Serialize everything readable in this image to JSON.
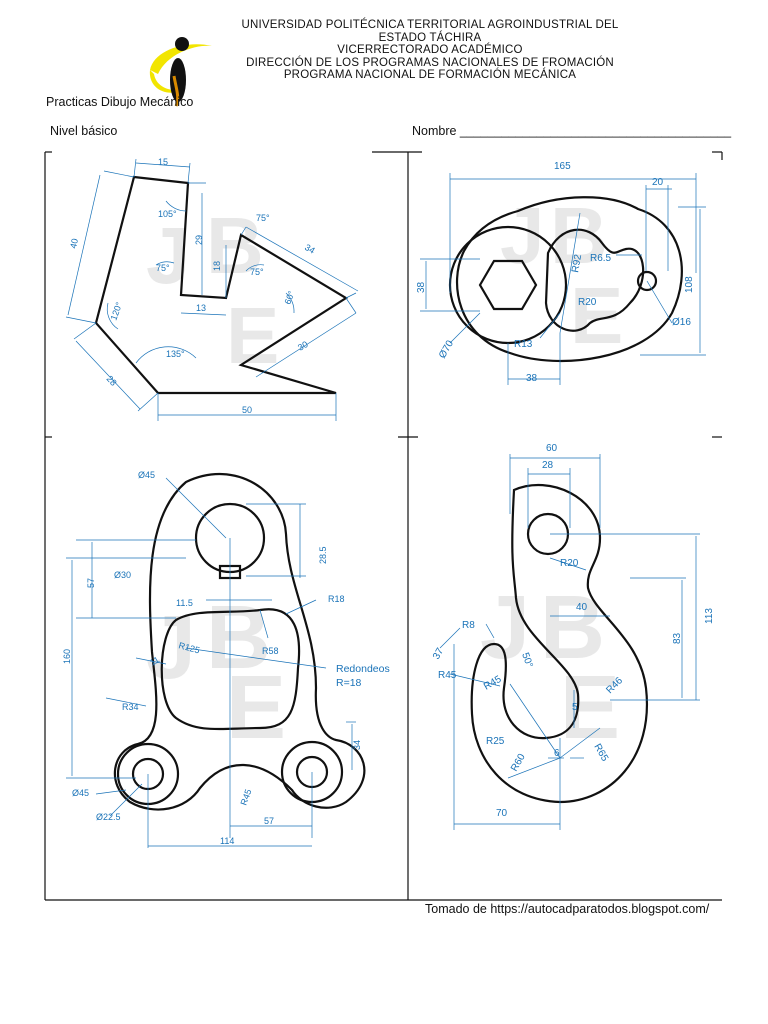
{
  "header": {
    "lines": [
      "UNIVERSIDAD POLITÉCNICA TERRITORIAL AGROINDUSTRIAL DEL",
      "ESTADO TÁCHIRA",
      "VICERRECTORADO ACADÉMICO",
      "DIRECCIÓN DE LOS PROGRAMAS NACIONALES DE FROMACIÓN",
      "PROGRAMA NACIONAL DE FORMACIÓN MECÁNICA"
    ],
    "subject": "Practicas Dibujo Mecánico",
    "level": "Nivel básico",
    "name_label": "Nombre _______________________________________"
  },
  "colors": {
    "dimension": "#1a73b8",
    "outline": "#111111",
    "logo_yellow": "#f2e500",
    "logo_black": "#111111"
  },
  "drawings": {
    "top_left": {
      "dims": [
        "15",
        "105°",
        "40",
        "29",
        "18",
        "75°",
        "13",
        "75°",
        "34",
        "60°",
        "120°",
        "30",
        "135°",
        "28",
        "50",
        "75°"
      ]
    },
    "top_right": {
      "dims": [
        "165",
        "20",
        "R6.5",
        "R92",
        "108",
        "38",
        "R20",
        "Ø16",
        "R13",
        "Ø70",
        "38"
      ]
    },
    "bottom_left": {
      "dims": [
        "Ø45",
        "Ø30",
        "28.5",
        "57",
        "11.5",
        "R18",
        "R58",
        "160",
        "R125",
        "11",
        "R34",
        "34",
        "Ø45",
        "Ø22.5",
        "R45",
        "57",
        "114"
      ],
      "note_1": "Redondeos",
      "note_2": "R=18"
    },
    "bottom_right": {
      "dims": [
        "60",
        "28",
        "R20",
        "40",
        "113",
        "83",
        "R8",
        "37",
        "50°",
        "R45",
        "R45",
        "R46",
        "5",
        "R25",
        "6",
        "R60",
        "R65",
        "70"
      ]
    }
  },
  "footer": {
    "source": "Tomado de https://autocadparatodos.blogspot.com/"
  }
}
